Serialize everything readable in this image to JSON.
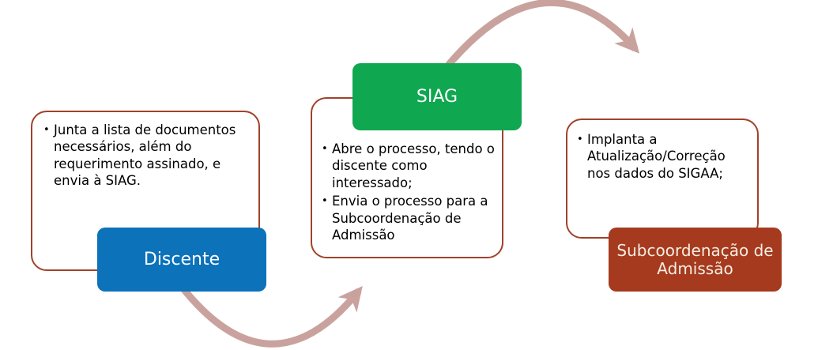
{
  "diagram": {
    "type": "process-flow",
    "language": "pt-BR",
    "steps": [
      {
        "label": "Discente",
        "bullets": [
          "Junta a lista de documentos necessários, além do requerimento assinado, e envia à SIAG."
        ]
      },
      {
        "label": "SIAG",
        "bullets": [
          "Abre o processo, tendo o discente como interessado;",
          "Envia o processo para a Subcoordenação de Admissão"
        ]
      },
      {
        "label": "Subcoordenação de Admissão",
        "bullets": [
          "Implanta a Atualização/Correção nos dados do SIGAA;"
        ]
      }
    ],
    "arrows": [
      {
        "from": "SIAG",
        "to": "Subcoordenação de Admissão",
        "shape": "arc-over-top"
      },
      {
        "from": "Discente",
        "to": "SIAG",
        "shape": "arc-under-bottom"
      }
    ]
  },
  "colors": {
    "outline": "#a0422a",
    "arrow": "#c9a29e",
    "discente": "#0c72ba",
    "siag": "#0fa750",
    "subcoordenacao": "#a53a1e"
  }
}
